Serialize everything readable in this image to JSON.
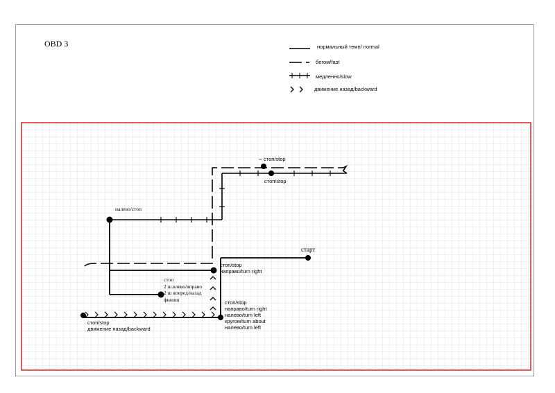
{
  "title": "OBD 3",
  "legend": [
    {
      "style": "normal",
      "label": "нормальный темп/ normal"
    },
    {
      "style": "fast",
      "label": "бегом/fast"
    },
    {
      "style": "slow",
      "label": "медленно/slow"
    },
    {
      "style": "backward",
      "label": "движение назад/backward"
    }
  ],
  "labels": {
    "start": "старт",
    "turn_right_1": [
      "стоп/stop",
      "направо/turn right"
    ],
    "stop_top_a": "стоп/stop",
    "stop_top_b": "стоп/stop",
    "left_stop": "налево/стоп",
    "stop_steps": [
      "стоп",
      "2 ш.влево/вправо",
      "2 ш вперед/назад",
      "финиш"
    ],
    "stop_turns": [
      "стоп/stop",
      "направо/turn right",
      "налево/turn left",
      "кругом/turn about",
      "налево/turn left"
    ],
    "stop_backward": [
      "стоп/stop",
      "движение назад/backward"
    ]
  },
  "colors": {
    "frame": "#e02020",
    "grid": "#d8d8d8",
    "ink": "#000000"
  }
}
